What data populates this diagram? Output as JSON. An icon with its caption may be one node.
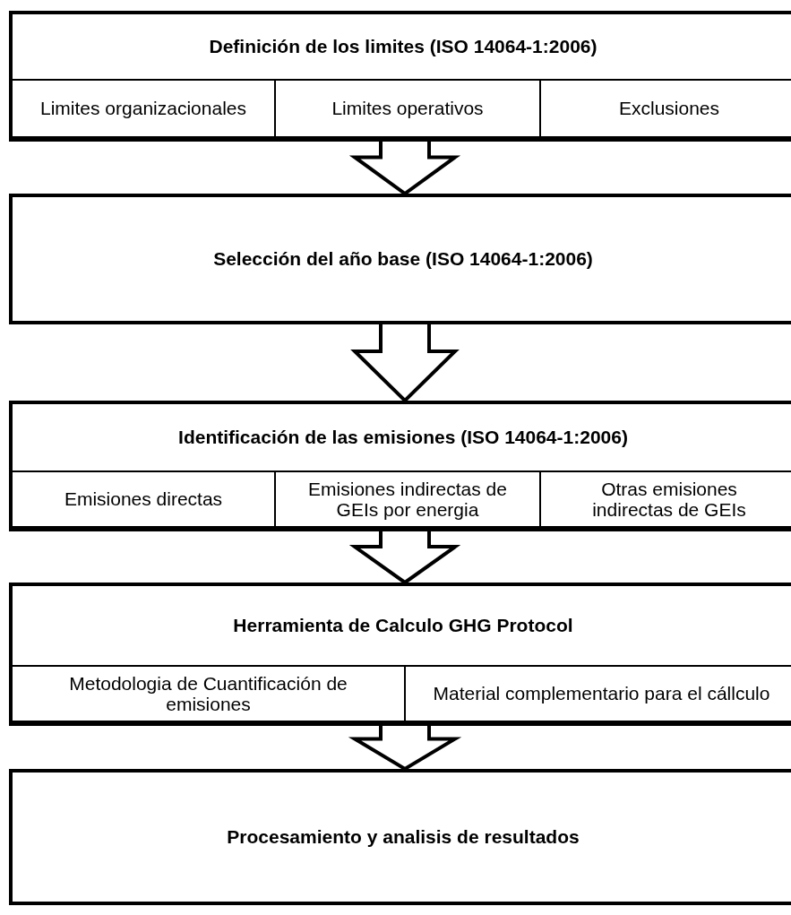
{
  "diagram": {
    "nodes": [
      {
        "text": [
          "Definición de los limites (ISO 14064-1:2006)"
        ]
      },
      {
        "text": [
          "Limites organizacionales"
        ],
        "in": 0
      },
      {
        "text": [
          "Limites operativos"
        ],
        "in": 0
      },
      {
        "text": [
          "Exclusiones"
        ],
        "in": 0
      },
      {
        "text": [
          "Selección del año base (ISO 14064-1:2006)"
        ]
      },
      {
        "text": [
          "Identificación de las emisiones (ISO 14064-1:2006)"
        ]
      },
      {
        "text": [
          "Emisiones directas"
        ],
        "in": 5
      },
      {
        "text": [
          "Emisiones indirectas de GEIs por energia"
        ],
        "in": 5
      },
      {
        "text": [
          "Otras emisiones indirectas de GEIs"
        ],
        "in": 5
      },
      {
        "text": [
          "Herramienta de Calculo GHG Protocol"
        ]
      },
      {
        "text": [
          "Metodologia de Cuantificación de emisiones"
        ],
        "in": 9
      },
      {
        "text": [
          "Material complementario para el cállculo"
        ],
        "in": 9
      },
      {
        "text": [
          "Procesamiento y analisis de resultados"
        ]
      }
    ],
    "edges": [
      {
        "from": 0,
        "to": 4,
        "arrow": "to"
      },
      {
        "from": 4,
        "to": 5,
        "arrow": "to"
      },
      {
        "from": 5,
        "to": 9,
        "arrow": "to"
      },
      {
        "from": 9,
        "to": 12,
        "arrow": "to"
      }
    ]
  }
}
